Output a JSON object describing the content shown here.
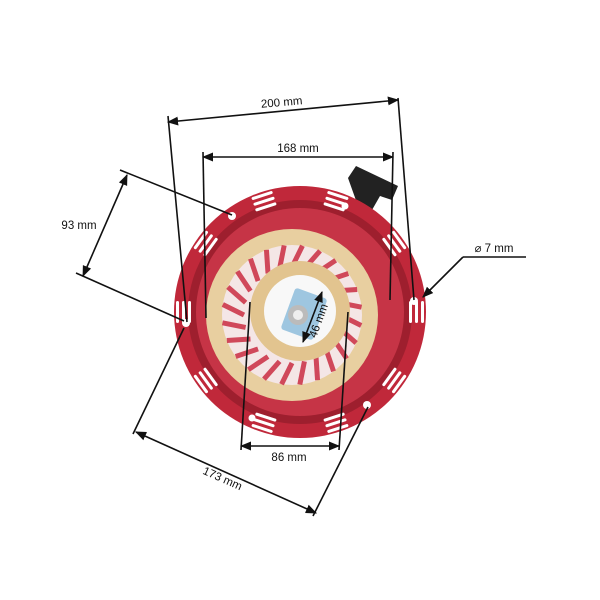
{
  "dimensions": {
    "overall_width": "200 mm",
    "inner_width": "168 mm",
    "hole_spacing_side": "93 mm",
    "hole_diameter": "⌀ 7 mm",
    "hub_width": "46 mm",
    "pulley_width": "86 mm",
    "hole_spacing_bottom": "173 mm"
  },
  "colors": {
    "housing": "#c0283a",
    "pulley": "#e8cfa0",
    "handle": "#222222"
  }
}
